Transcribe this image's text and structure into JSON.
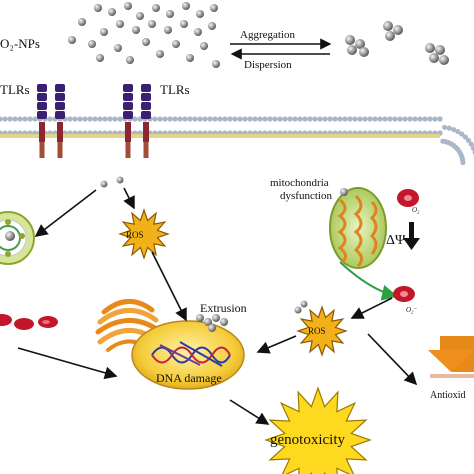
{
  "labels": {
    "nps": "O₂-NPs",
    "tlrs_left": "TLRs",
    "tlrs_right": "TLRs",
    "aggregation": "Aggregation",
    "dispersion": "Dispersion",
    "mito_line1": "mitochondria",
    "mito_line2": "dysfunction",
    "delta_psi": "ΔΨ",
    "o2": "O₂",
    "o2_minus": "O₂⁻",
    "ros_upper": "ROS",
    "ros_lower": "ROS",
    "extrusion": "Extrusion",
    "dna_damage": "DNA damage",
    "genotoxicity": "genotoxicity",
    "antioxidant": "Antioxid"
  },
  "colors": {
    "membrane_head": "#a9b7c8",
    "tlr_purple": "#3b1f73",
    "tlr_red": "#8c2630",
    "ros_star": "#f2b019",
    "nucleus": "#f7d14a",
    "genotox": "#ffd820",
    "mito_outer": "#b6d36a",
    "golgi": "#e88a1a",
    "rbc": "#c4162a",
    "antiox": "#e68a1a"
  }
}
